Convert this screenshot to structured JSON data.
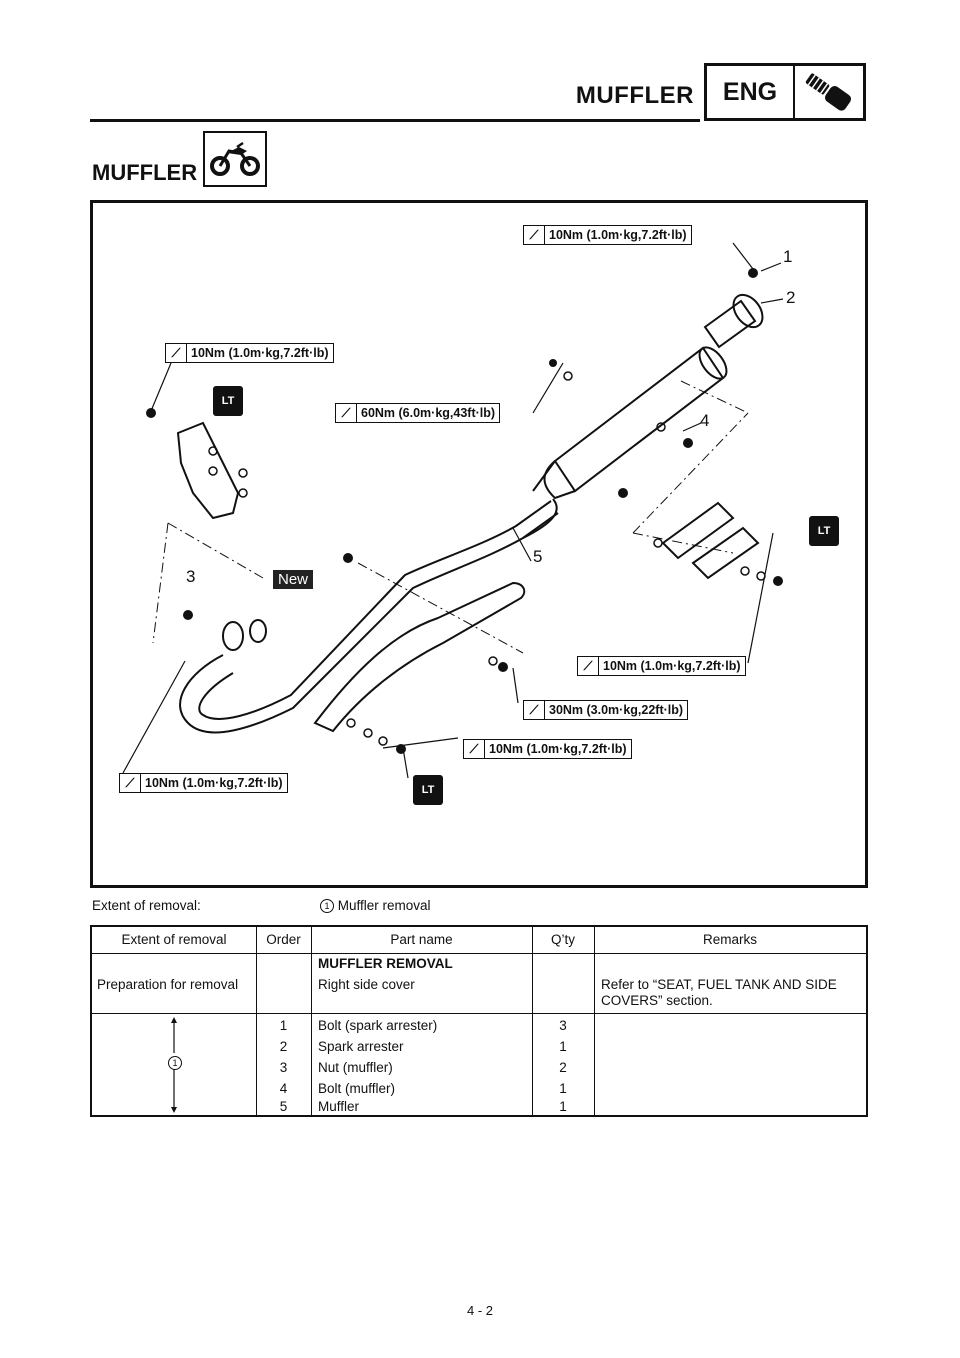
{
  "header": {
    "title": "MUFFLER",
    "badge": "ENG"
  },
  "section_title": "MUFFLER",
  "diagram": {
    "torque_labels": [
      "10Nm (1.0m·kg,7.2ft·lb)",
      "10Nm (1.0m·kg,7.2ft·lb)",
      "60Nm (6.0m·kg,43ft·lb)",
      "10Nm (1.0m·kg,7.2ft·lb)",
      "30Nm (3.0m·kg,22ft·lb)",
      "10Nm (1.0m·kg,7.2ft·lb)",
      "10Nm (1.0m·kg,7.2ft·lb)"
    ],
    "lt_label": "LT",
    "new_label": "New",
    "part_numbers": [
      "1",
      "2",
      "3",
      "4",
      "5"
    ]
  },
  "extent": {
    "label": "Extent of removal:",
    "marker": "1",
    "value": "Muffler removal"
  },
  "table": {
    "headers": [
      "Extent of removal",
      "Order",
      "Part name",
      "Q’ty",
      "Remarks"
    ],
    "section_heading": "MUFFLER REMOVAL",
    "prep_label": "Preparation for removal",
    "prep_part": "Right side cover",
    "prep_remarks_1": "Refer to “SEAT, FUEL TANK AND SIDE",
    "prep_remarks_2": "COVERS” section.",
    "range_marker": "1",
    "rows": [
      {
        "order": "1",
        "part": "Bolt (spark arrester)",
        "qty": "3"
      },
      {
        "order": "2",
        "part": "Spark arrester",
        "qty": "1"
      },
      {
        "order": "3",
        "part": "Nut (muffler)",
        "qty": "2"
      },
      {
        "order": "4",
        "part": "Bolt (muffler)",
        "qty": "1"
      },
      {
        "order": "5",
        "part": "Muffler",
        "qty": "1"
      }
    ]
  },
  "page_number": "4 - 2"
}
